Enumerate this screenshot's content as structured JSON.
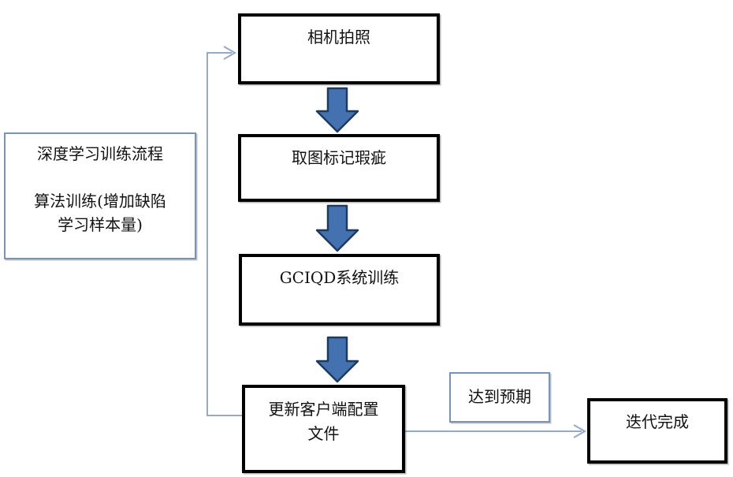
{
  "diagram": {
    "nodes": {
      "camera": "相机拍照",
      "mark_defects": "取图标记瑕疵",
      "system_training": "GCIQD系统训练",
      "update_config_line1": "更新客户端配置",
      "update_config_line2": "文件",
      "done": "迭代完成"
    },
    "condition_label": "达到预期",
    "side_note": {
      "line1": "深度学习训练流程",
      "line2": "算法训练(增加缺陷",
      "line3": "学习样本量)"
    }
  },
  "colors": {
    "background": "#ffffff",
    "text": "#111111",
    "thick_border": "#000000",
    "thin_border": "#7a93b5",
    "connector": "#95a9c8",
    "arrow_fill": "#4472b0",
    "arrow_stroke": "#1f3a5f"
  }
}
